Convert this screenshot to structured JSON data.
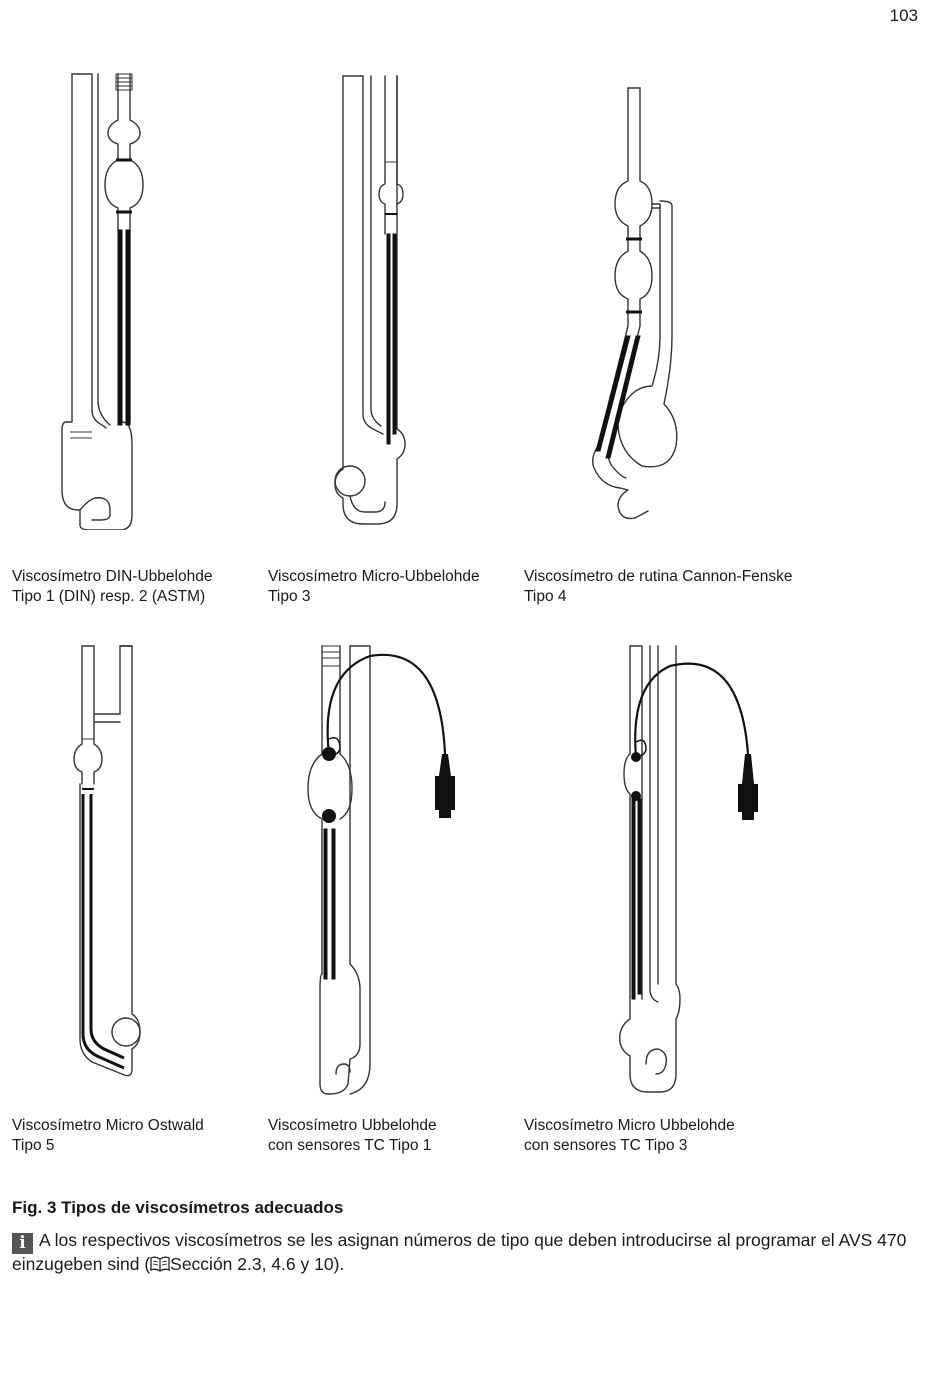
{
  "page_number": "103",
  "figures": [
    {
      "line1": "Viscosímetro DIN-Ubbelohde",
      "line2": "Tipo 1 (DIN) resp. 2 (ASTM)",
      "icon": "din-ubbelohde-viscometer-drawing"
    },
    {
      "line1": "Viscosímetro Micro-Ubbelohde",
      "line2": "Tipo 3",
      "icon": "micro-ubbelohde-viscometer-drawing"
    },
    {
      "line1": "Viscosímetro de rutina Cannon-Fenske",
      "line2": "Tipo 4",
      "icon": "cannon-fenske-viscometer-drawing"
    },
    {
      "line1": "Viscosímetro Micro Ostwald",
      "line2": "Tipo 5",
      "icon": "micro-ostwald-viscometer-drawing"
    },
    {
      "line1": "Viscosímetro Ubbelohde",
      "line2": "con sensores TC Tipo 1",
      "icon": "ubbelohde-tc-sensor-viscometer-drawing"
    },
    {
      "line1": "Viscosímetro Micro Ubbelohde",
      "line2": "con sensores TC Tipo 3",
      "icon": "micro-ubbelohde-tc-sensor-viscometer-drawing"
    }
  ],
  "figure_title": "Fig. 3 Tipos de viscosímetros adecuados",
  "note": {
    "icon": "info-icon",
    "icon_glyph": "i",
    "text_before": "A los respectivos viscosímetros se les asignan números de tipo que deben introducirse al programar el AVS 470 einzugeben sind (",
    "reference_icon": "book-icon",
    "text_after": "Sección 2.3, 4.6 y 10)."
  }
}
